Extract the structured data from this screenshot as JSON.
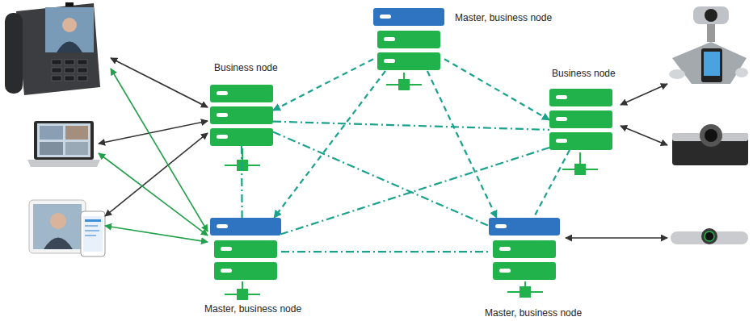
{
  "diagram": {
    "nodes": [
      {
        "text": [
          "Master, business node"
        ]
      },
      {
        "text": [
          "Business node"
        ]
      },
      {
        "text": [
          "Business node"
        ]
      },
      {
        "text": [
          "Master, business node"
        ]
      },
      {
        "text": [
          "Master, business node"
        ]
      }
    ],
    "edges": [
      {
        "from": 0,
        "to": 1,
        "arrow": "to"
      },
      {
        "from": 0,
        "to": 2,
        "arrow": "to"
      },
      {
        "from": 0,
        "to": 3,
        "arrow": "to"
      },
      {
        "from": 0,
        "to": 4,
        "arrow": "to"
      },
      {
        "from": 1,
        "to": 2,
        "arrow": "none"
      },
      {
        "from": 1,
        "to": 4,
        "arrow": "none"
      },
      {
        "from": 1,
        "to": 3,
        "arrow": "none"
      },
      {
        "from": 2,
        "to": 3,
        "arrow": "none"
      },
      {
        "from": 3,
        "to": 4,
        "arrow": "none"
      },
      {
        "from": 2,
        "to": 4,
        "arrow": "none"
      }
    ]
  }
}
